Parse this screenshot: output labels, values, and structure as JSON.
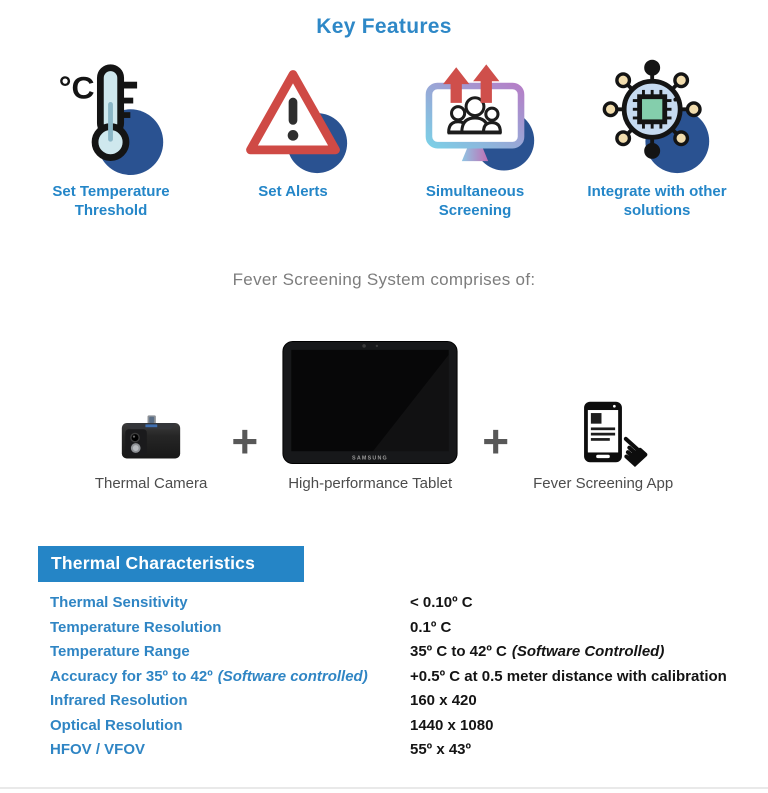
{
  "title": "Key Features",
  "features": {
    "items": [
      {
        "label": "Set Temperature Threshold",
        "icon": "temperature-threshold-icon"
      },
      {
        "label": "Set Alerts",
        "icon": "alert-triangle-icon"
      },
      {
        "label": "Simultaneous Screening",
        "icon": "simultaneous-screening-icon"
      },
      {
        "label": "Integrate with other solutions",
        "icon": "integration-chip-icon"
      }
    ]
  },
  "comprises": {
    "heading": "Fever Screening System comprises of:",
    "separator": "+",
    "items": [
      {
        "caption": "Thermal Camera",
        "icon": "thermal-camera-image"
      },
      {
        "caption": "High-performance Tablet",
        "brand": "SAMSUNG",
        "icon": "tablet-image"
      },
      {
        "caption": "Fever Screening App",
        "icon": "phone-app-image"
      }
    ]
  },
  "specs": {
    "heading": "Thermal Characteristics",
    "rows": [
      {
        "label": "Thermal Sensitivity",
        "label_note": "",
        "value": "< 0.10º C",
        "value_note": ""
      },
      {
        "label": "Temperature Resolution",
        "label_note": "",
        "value": "0.1º C",
        "value_note": ""
      },
      {
        "label": "Temperature Range",
        "label_note": "",
        "value": "35º C to 42º C",
        "value_note": "(Software Controlled)"
      },
      {
        "label": "Accuracy for 35º to 42º",
        "label_note": "(Software controlled)",
        "value": "+0.5º C at 0.5 meter distance with calibration",
        "value_note": ""
      },
      {
        "label": "Infrared Resolution",
        "label_note": "",
        "value": "160 x 420",
        "value_note": ""
      },
      {
        "label": "Optical Resolution",
        "label_note": "",
        "value": "1440 x 1080",
        "value_note": ""
      },
      {
        "label": "HFOV / VFOV",
        "label_note": "",
        "value": "55º x 43º",
        "value_note": ""
      }
    ]
  },
  "colors": {
    "accent_blue": "#2585c6",
    "label_blue": "#2486c8",
    "navy_circle": "#2a5291",
    "alert_red": "#cf4a45",
    "arrow_red": "#cf4f4b",
    "light_blue_fill": "#cfe8ee",
    "chip_green": "#84ceac",
    "spoke_dot_cream": "#f2ddae",
    "gray_text": "#7d7d7d",
    "caption_gray": "#4c4c4c"
  }
}
